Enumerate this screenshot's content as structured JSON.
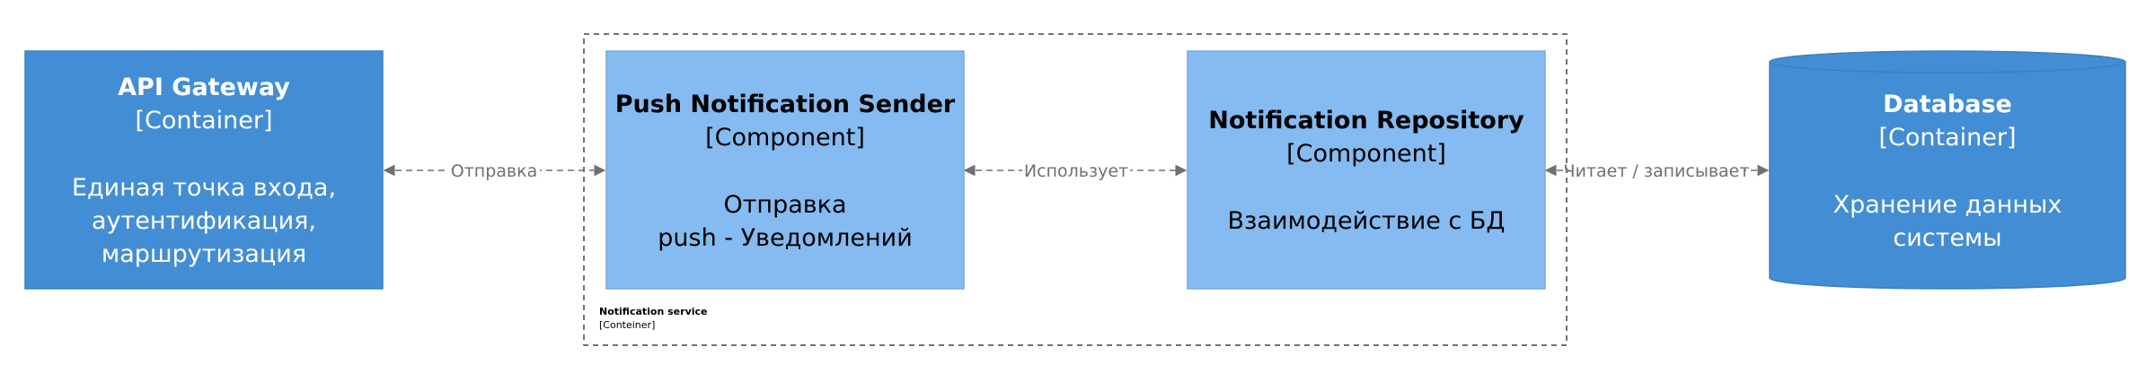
{
  "colors": {
    "container_fill": "#438dd5",
    "container_stroke": "#3c7fc0",
    "component_fill": "#85bbf0",
    "component_stroke": "#78a8d8",
    "white_text": "#ffffff",
    "dark_text": "#000000",
    "edge": "#707070",
    "boundary": "#444444"
  },
  "api_gateway": {
    "title": "API Gateway",
    "type": "[Container]",
    "desc_lines": [
      "Единая точка входа,",
      "аутентификация,",
      "маршрутизация"
    ]
  },
  "boundary": {
    "title": "Notification service",
    "type": "[Conteiner]"
  },
  "push_sender": {
    "title": "Push Notification Sender",
    "type": "[Component]",
    "desc_lines": [
      "Отправка",
      "push - Уведомлений"
    ]
  },
  "repository": {
    "title": "Notification Repository",
    "type": "[Component]",
    "desc_lines": [
      "Взаимодействие с БД"
    ]
  },
  "database": {
    "title": "Database",
    "type": "[Container]",
    "desc_lines": [
      "Хранение данных",
      "системы"
    ]
  },
  "edges": {
    "gateway_to_sender": "Отправка",
    "sender_to_repository": "Использует",
    "repository_to_database": "Читает / записывает"
  }
}
